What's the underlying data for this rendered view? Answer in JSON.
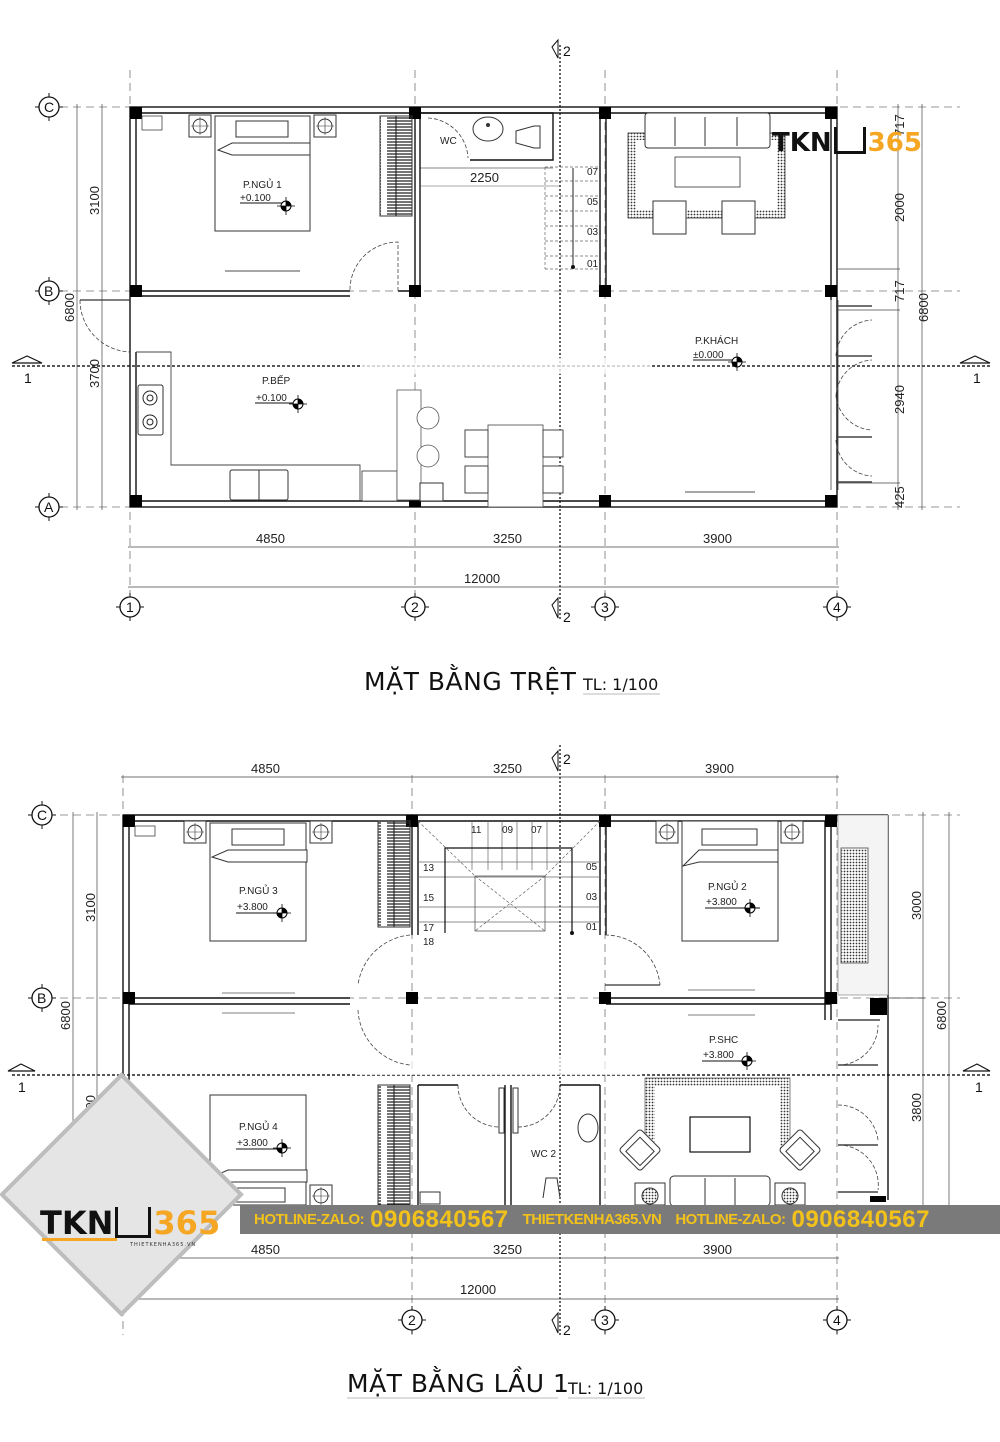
{
  "plans": [
    {
      "id": "ground-floor",
      "title": "MẶT BẰNG TRỆT",
      "scale": "TL: 1/100",
      "grid_rows": [
        "C",
        "B",
        "A"
      ],
      "grid_cols": [
        "1",
        "2",
        "3",
        "4"
      ],
      "section_marks": {
        "horizontal": "1",
        "vertical": "2"
      },
      "dims_bottom": [
        "4850",
        "3250",
        "3900"
      ],
      "dim_total": "12000",
      "dims_left": [
        "3100",
        "3700"
      ],
      "dim_left_total": "6800",
      "dims_right": [
        "717",
        "2000",
        "717",
        "2940",
        "425"
      ],
      "dim_right_total": "6800",
      "wc_width": "2250",
      "stair_steps": [
        "07",
        "05",
        "03",
        "01"
      ],
      "rooms": [
        {
          "name": "P.NGỦ 1",
          "level": "+0.100"
        },
        {
          "name": "WC",
          "level": ""
        },
        {
          "name": "P.BẾP",
          "level": "+0.100"
        },
        {
          "name": "P.KHÁCH",
          "level": "±0.000"
        }
      ]
    },
    {
      "id": "first-floor",
      "title": "MẶT BẰNG LẦU 1",
      "scale": "TL: 1/100",
      "grid_rows": [
        "C",
        "B"
      ],
      "grid_cols": [
        "2",
        "3",
        "4"
      ],
      "section_marks": {
        "horizontal": "1",
        "vertical": "2"
      },
      "dims_top": [
        "4850",
        "3250",
        "3900"
      ],
      "dims_bottom": [
        "4850",
        "3250",
        "3900"
      ],
      "dim_total": "12000",
      "dims_left": [
        "3100",
        "3700"
      ],
      "dim_left_total": "6800",
      "dims_right": [
        "3000",
        "3800"
      ],
      "dim_right_total": "6800",
      "stair_steps": [
        "11",
        "09",
        "07",
        "13",
        "15",
        "17",
        "18",
        "05",
        "03",
        "01"
      ],
      "rooms": [
        {
          "name": "P.NGỦ 3",
          "level": "+3.800"
        },
        {
          "name": "P.NGỦ 2",
          "level": "+3.800"
        },
        {
          "name": "P.SHC",
          "level": "+3.800"
        },
        {
          "name": "P.NGỦ 4",
          "level": "+3.800"
        },
        {
          "name": "WC 2",
          "level": ""
        }
      ]
    }
  ],
  "watermark": {
    "brand_dark": "TKN",
    "brand_accent": "365",
    "site_small": "THIETKENHA365.VN",
    "accent_color": "#f5a623"
  },
  "banner": {
    "hotline_label_1": "HOTLINE-ZALO:",
    "phone_1": "0906840567",
    "website": "THIETKENHA365.VN",
    "hotline_label_2": "HOTLINE-ZALO:",
    "phone_2": "0906840567",
    "bg_color": "#7a7a7a",
    "text_color": "#f2c21b"
  }
}
